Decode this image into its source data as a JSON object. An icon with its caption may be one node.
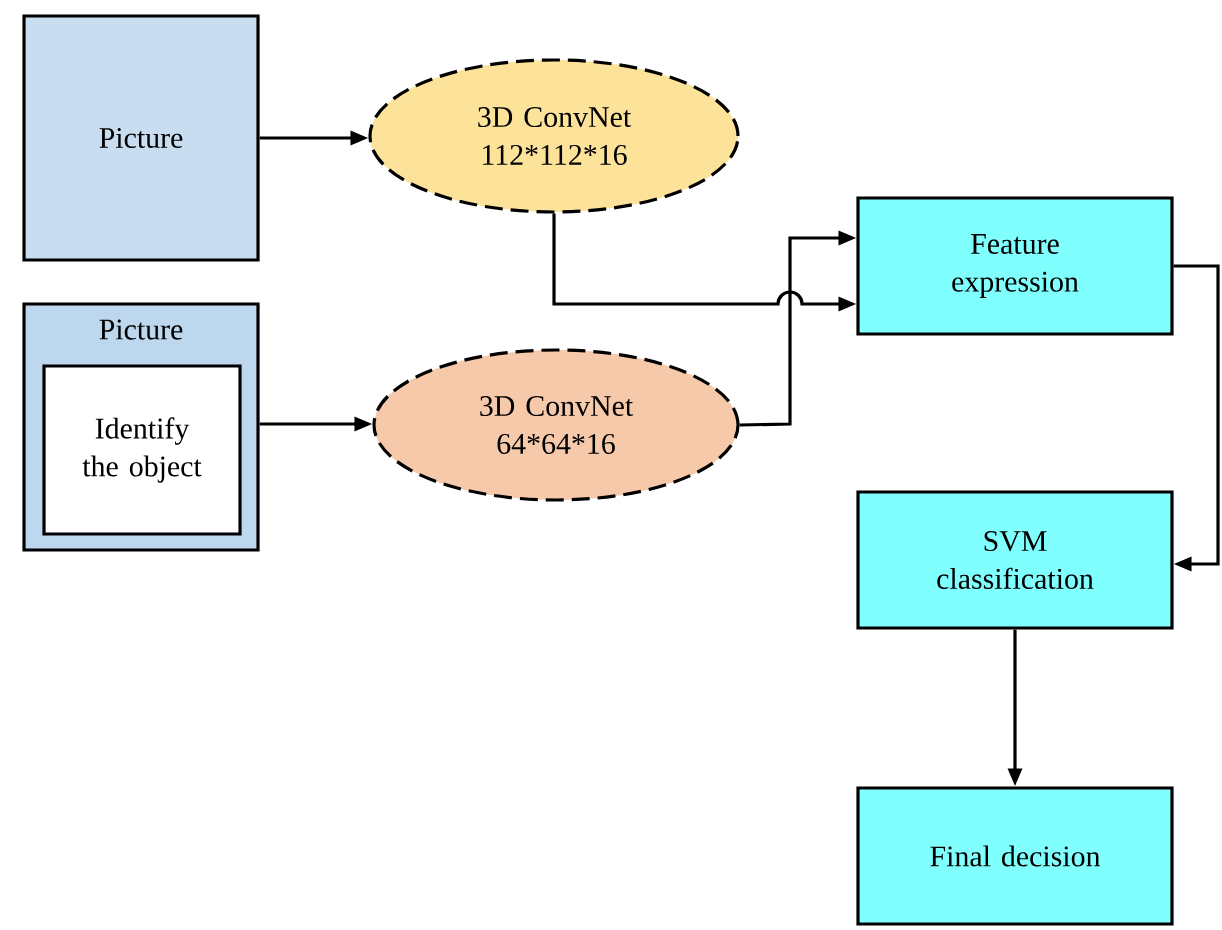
{
  "diagram": {
    "nodes": [
      {
        "text": [
          "Picture"
        ]
      },
      {
        "text": [
          "3D ConvNet 112*112*16"
        ]
      },
      {
        "text": [
          "Picture"
        ]
      },
      {
        "text": [
          "Identify the object"
        ],
        "in": 2
      },
      {
        "text": [
          "3D ConvNet 64*64*16"
        ]
      },
      {
        "text": [
          "Feature expression"
        ]
      },
      {
        "text": [
          "SVM classification"
        ]
      },
      {
        "text": [
          "Final decision"
        ]
      }
    ],
    "edges": [
      {
        "from": 0,
        "to": 1,
        "arrow": "to"
      },
      {
        "from": 2,
        "to": 4,
        "arrow": "to"
      },
      {
        "from": 1,
        "to": 5,
        "arrow": "to"
      },
      {
        "from": 4,
        "to": 5,
        "arrow": "to"
      },
      {
        "from": 5,
        "to": 6,
        "arrow": "to"
      },
      {
        "from": 6,
        "to": 7,
        "arrow": "to"
      }
    ]
  }
}
